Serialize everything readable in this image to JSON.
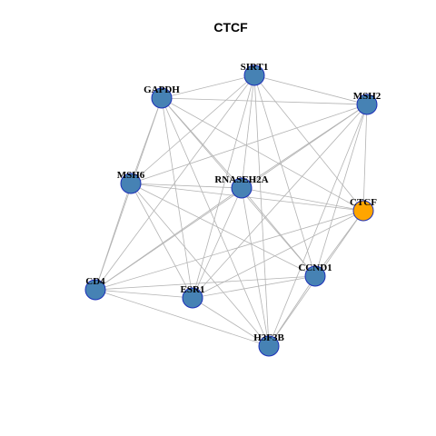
{
  "title": "CTCF",
  "colors": {
    "default_node": "#4682b4",
    "highlight_node": "#ffa500",
    "node_border": "#1c2fb8",
    "edge": "#b3b3b3"
  },
  "nodes": [
    {
      "id": "SIRT1",
      "label": "SIRT1",
      "highlight": false
    },
    {
      "id": "GAPDH",
      "label": "GAPDH",
      "highlight": false
    },
    {
      "id": "MSH2",
      "label": "MSH2",
      "highlight": false
    },
    {
      "id": "MSH6",
      "label": "MSH6",
      "highlight": false
    },
    {
      "id": "RNASEH2A",
      "label": "RNASEH2A",
      "highlight": false
    },
    {
      "id": "CTCF",
      "label": "CTCF",
      "highlight": true
    },
    {
      "id": "CCND1",
      "label": "CCND1",
      "highlight": false
    },
    {
      "id": "CD4",
      "label": "CD4",
      "highlight": false
    },
    {
      "id": "ESR1",
      "label": "ESR1",
      "highlight": false
    },
    {
      "id": "H3F3B",
      "label": "H3F3B",
      "highlight": false
    }
  ],
  "edges": [
    [
      "SIRT1",
      "GAPDH"
    ],
    [
      "SIRT1",
      "MSH2"
    ],
    [
      "SIRT1",
      "MSH6"
    ],
    [
      "SIRT1",
      "RNASEH2A"
    ],
    [
      "SIRT1",
      "CTCF"
    ],
    [
      "SIRT1",
      "CCND1"
    ],
    [
      "SIRT1",
      "ESR1"
    ],
    [
      "SIRT1",
      "H3F3B"
    ],
    [
      "SIRT1",
      "CD4"
    ],
    [
      "GAPDH",
      "MSH2"
    ],
    [
      "GAPDH",
      "MSH6"
    ],
    [
      "GAPDH",
      "RNASEH2A"
    ],
    [
      "GAPDH",
      "CTCF"
    ],
    [
      "GAPDH",
      "CCND1"
    ],
    [
      "GAPDH",
      "ESR1"
    ],
    [
      "GAPDH",
      "H3F3B"
    ],
    [
      "GAPDH",
      "CD4"
    ],
    [
      "MSH2",
      "MSH6"
    ],
    [
      "MSH2",
      "RNASEH2A"
    ],
    [
      "MSH2",
      "CTCF"
    ],
    [
      "MSH2",
      "CCND1"
    ],
    [
      "MSH2",
      "ESR1"
    ],
    [
      "MSH2",
      "H3F3B"
    ],
    [
      "MSH2",
      "CD4"
    ],
    [
      "MSH6",
      "RNASEH2A"
    ],
    [
      "MSH6",
      "CTCF"
    ],
    [
      "MSH6",
      "CCND1"
    ],
    [
      "MSH6",
      "ESR1"
    ],
    [
      "MSH6",
      "H3F3B"
    ],
    [
      "MSH6",
      "CD4"
    ],
    [
      "RNASEH2A",
      "CTCF"
    ],
    [
      "RNASEH2A",
      "CCND1"
    ],
    [
      "RNASEH2A",
      "ESR1"
    ],
    [
      "RNASEH2A",
      "H3F3B"
    ],
    [
      "RNASEH2A",
      "CD4"
    ],
    [
      "CTCF",
      "CCND1"
    ],
    [
      "CTCF",
      "H3F3B"
    ],
    [
      "CTCF",
      "CD4"
    ],
    [
      "CTCF",
      "ESR1"
    ],
    [
      "CCND1",
      "ESR1"
    ],
    [
      "CCND1",
      "H3F3B"
    ],
    [
      "CCND1",
      "CD4"
    ],
    [
      "CD4",
      "ESR1"
    ],
    [
      "CD4",
      "H3F3B"
    ],
    [
      "ESR1",
      "H3F3B"
    ]
  ]
}
